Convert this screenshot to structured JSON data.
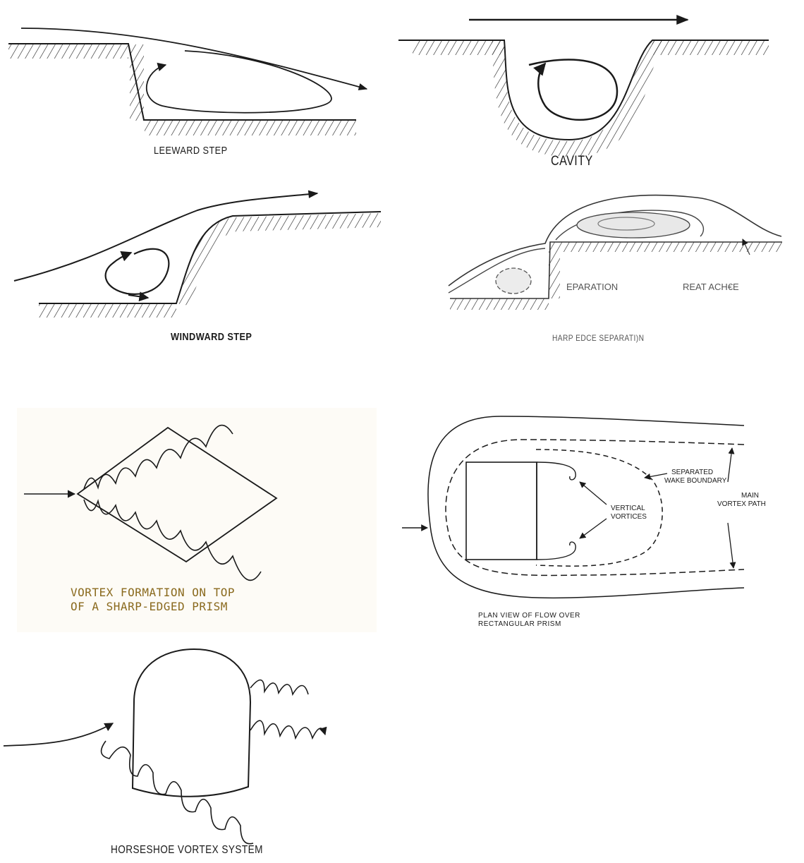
{
  "panels": {
    "leeward": {
      "caption": "LEEWARD STEP"
    },
    "cavity": {
      "caption": "CAVITY"
    },
    "windward": {
      "caption": "WINDWARD STEP"
    },
    "sharp_edge": {
      "caption": "HARP EDCE SEPARATI)N",
      "label_separation": "EPARATION",
      "label_reattachment": "REAT ACH€E"
    },
    "prism_vortex": {
      "caption_line1": "VORTEX FORMATION ON TOP",
      "caption_line2": "OF A SHARP-EDGED PRISM"
    },
    "plan_view": {
      "caption_line1": "PLAN VIEW OF FLOW OVER",
      "caption_line2": "RECTANGULAR PRISM",
      "label_wake_1": "SEPARATED",
      "label_wake_2": "WAKE BOUNDARY",
      "label_vortices_1": "VERTICAL",
      "label_vortices_2": "VORTICES",
      "label_main_1": "MAIN",
      "label_main_2": "VORTEX PATH"
    },
    "horseshoe": {
      "caption": "HORSESHOE VORTEX SYSTEM"
    }
  },
  "colors": {
    "ink": "#1a1a1a",
    "paper_warm": "#fdfbf6",
    "caption_gold": "#8a6a1e"
  }
}
